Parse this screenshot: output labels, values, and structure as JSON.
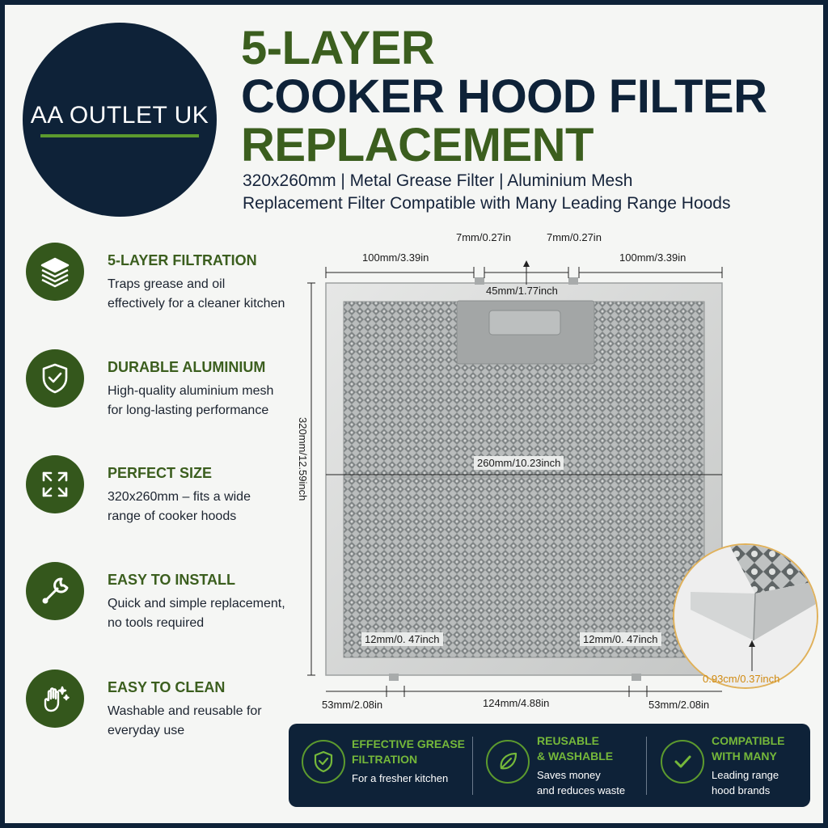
{
  "brand": {
    "name": "AA OUTLET UK"
  },
  "headline": {
    "line1": "5-LAYER",
    "line2": "COOKER HOOD FILTER",
    "line3": "REPLACEMENT",
    "subtitle_line1": "320x260mm | Metal Grease Filter | Aluminium Mesh",
    "subtitle_line2": "Replacement Filter Compatible with Many Leading Range Hoods"
  },
  "features": [
    {
      "icon": "layers-icon",
      "title": "5-LAYER FILTRATION",
      "desc": "Traps grease and oil effectively for a cleaner kitchen"
    },
    {
      "icon": "shield-check-icon",
      "title": "DURABLE ALUMINIUM",
      "desc": "High-quality aluminium mesh for long-lasting performance"
    },
    {
      "icon": "expand-arrows-icon",
      "title": "PERFECT SIZE",
      "desc": "320x260mm – fits a wide range of cooker hoods"
    },
    {
      "icon": "wrench-icon",
      "title": "EASY TO INSTALL",
      "desc": "Quick and simple replacement, no tools required"
    },
    {
      "icon": "cleaning-hand-icon",
      "title": "EASY TO CLEAN",
      "desc": "Washable and reusable for everyday use"
    }
  ],
  "dimensions": {
    "top_left": "100mm/3.39in",
    "top_right": "100mm/3.39in",
    "tab_left": "7mm/0.27in",
    "tab_right": "7mm/0.27in",
    "handle_width": "45mm/1.77inch",
    "width": "260mm/10.23inch",
    "height": "320mm/12.59inch",
    "corner_left": "12mm/0. 47inch",
    "corner_right": "12mm/0. 47inch",
    "bottom_left": "53mm/2.08in",
    "bottom_middle": "124mm/4.88in",
    "bottom_right": "53mm/2.08in",
    "thickness": "0.93cm/0.37inch"
  },
  "benefits": [
    {
      "icon": "shield-check-icon",
      "title_line1": "EFFECTIVE GREASE",
      "title_line2": "FILTRATION",
      "desc_line1": "For a fresher kitchen",
      "desc_line2": ""
    },
    {
      "icon": "leaf-icon",
      "title_line1": "REUSABLE",
      "title_line2": "& WASHABLE",
      "desc_line1": "Saves money",
      "desc_line2": "and reduces waste"
    },
    {
      "icon": "checkmark-icon",
      "title_line1": "COMPATIBLE",
      "title_line2": "WITH MANY",
      "desc_line1": "Leading range",
      "desc_line2": "hood brands"
    }
  ],
  "colors": {
    "navy": "#0e2238",
    "green_dark": "#34571c",
    "green_title": "#3b5e1e",
    "green_accent": "#75b83a",
    "zoom_accent": "#d08a12"
  }
}
